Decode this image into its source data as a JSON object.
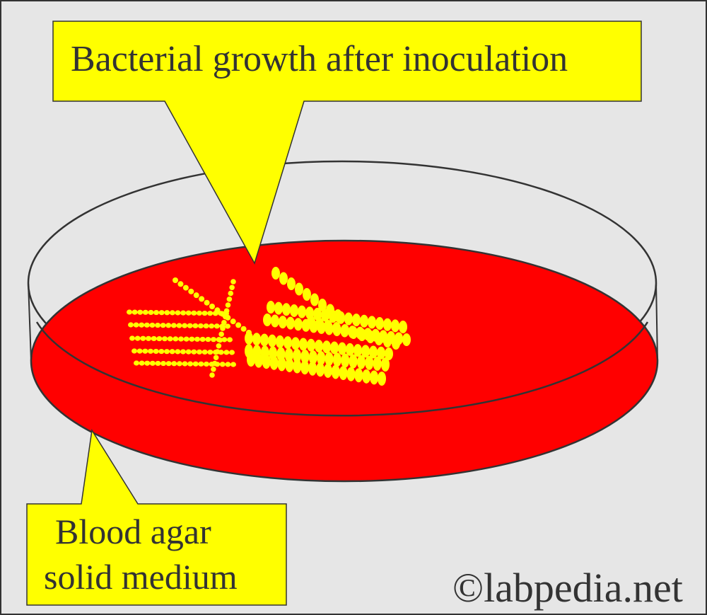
{
  "callouts": {
    "top": "Bacterial growth after inoculation",
    "bottom_line1": "Blood agar",
    "bottom_line2": "solid medium"
  },
  "watermark": "©labpedia.net",
  "colors": {
    "background": "#e6e6e6",
    "agar": "#ff0000",
    "colony": "#ffff00",
    "callout": "#ffff00",
    "outline": "#333333"
  }
}
